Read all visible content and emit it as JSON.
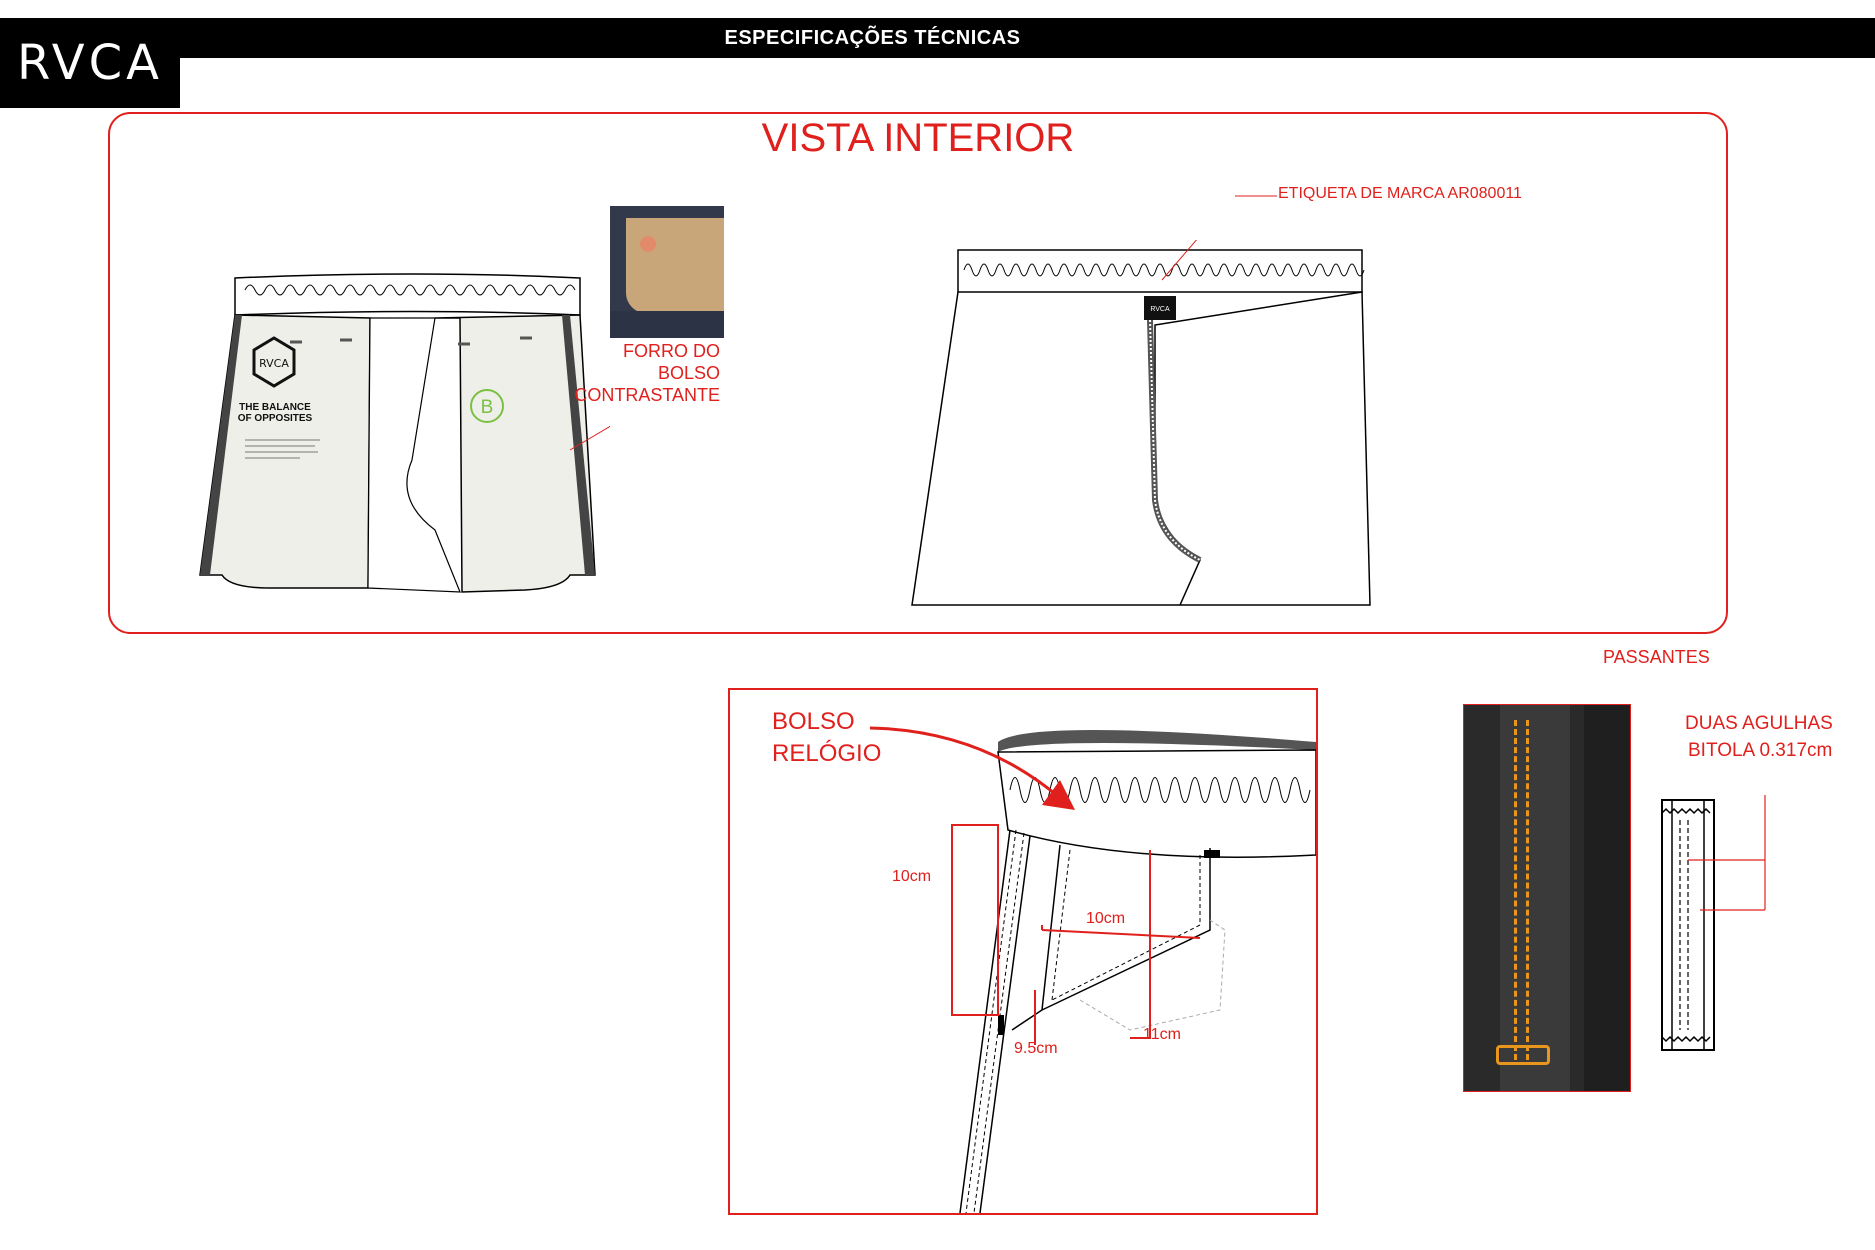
{
  "header": {
    "logo": "RVCA",
    "title": "ESPECIFICAÇÕES TÉCNICAS"
  },
  "interior": {
    "title": "VISTA INTERIOR",
    "pocket_lining_label": [
      "FORRO DO",
      "BOLSO",
      "CONTRASTANTE"
    ],
    "brand_label_callout": "ETIQUETA DE MARCA AR080011",
    "print_logo": "RVCA",
    "print_slogan": [
      "THE BALANCE",
      "OF OPPOSITES"
    ],
    "circle_letter": "B",
    "waistband_tag": "RVCA"
  },
  "detail": {
    "passantes_label": "PASSANTES",
    "pocket_label": [
      "BOLSO",
      "RELÓGIO"
    ],
    "dimensions": {
      "height": "10cm",
      "width_top": "10cm",
      "opening": "9.5cm",
      "depth": "11cm"
    }
  },
  "belt_loop": {
    "stitch_label": [
      "DUAS AGULHAS",
      "BITOLA 0.317cm"
    ]
  },
  "colors": {
    "accent_red": "#e0201c",
    "lining_fill": "#efefe9",
    "denim_dark": "#2a2a2a",
    "stitch_orange": "#e8961e",
    "circle_green": "#7bc043"
  }
}
